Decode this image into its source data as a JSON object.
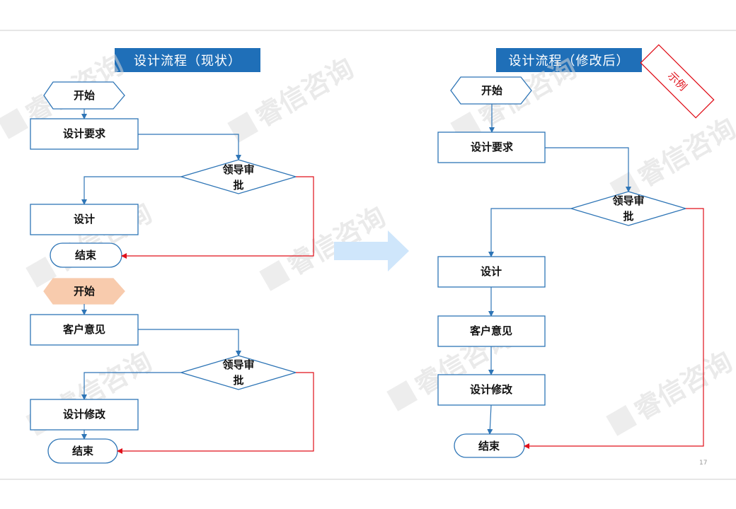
{
  "left_title": "设计流程（现状）",
  "right_title": "设计流程（修改后）",
  "stamp": "示例",
  "watermark": "睿信咨询",
  "colors": {
    "node_border": "#2e75b6",
    "arrow_blue": "#2e75b6",
    "arrow_red": "#e0101a",
    "title_bg": "#1f6fb8",
    "start_highlight": "#f8cbad",
    "transition_arrow": "#cfe6fb"
  },
  "left": {
    "flow1": {
      "start": "开始",
      "step1": "设计要求",
      "decision": [
        "领导审",
        "批"
      ],
      "step2": "设计",
      "end": "结束"
    },
    "flow2": {
      "start": "开始",
      "step1": "客户意见",
      "decision": [
        "领导审",
        "批"
      ],
      "step2": "设计修改",
      "end": "结束"
    }
  },
  "right": {
    "start": "开始",
    "step1": "设计要求",
    "decision": [
      "领导审",
      "批"
    ],
    "step2": "设计",
    "step3": "客户意见",
    "step4": "设计修改",
    "end": "结束"
  },
  "page_number": "17"
}
